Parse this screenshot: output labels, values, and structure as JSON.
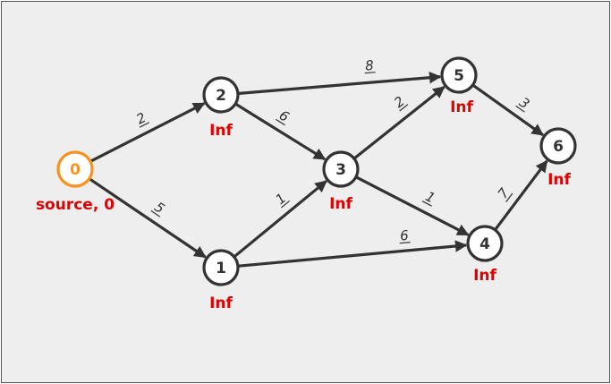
{
  "graph": {
    "colors": {
      "edge": "#333333",
      "node_stroke": "#333333",
      "source_stroke": "#f7931e",
      "distance_label": "#e00000",
      "background": "#eeeeee"
    },
    "nodes": [
      {
        "id": "0",
        "label": "0",
        "distance": "source, 0",
        "is_source": true
      },
      {
        "id": "1",
        "label": "1",
        "distance": "Inf"
      },
      {
        "id": "2",
        "label": "2",
        "distance": "Inf"
      },
      {
        "id": "3",
        "label": "3",
        "distance": "Inf"
      },
      {
        "id": "4",
        "label": "4",
        "distance": "Inf"
      },
      {
        "id": "5",
        "label": "5",
        "distance": "Inf"
      },
      {
        "id": "6",
        "label": "6",
        "distance": "Inf"
      }
    ],
    "edges": [
      {
        "from": "0",
        "to": "2",
        "weight": "2"
      },
      {
        "from": "0",
        "to": "1",
        "weight": "5"
      },
      {
        "from": "2",
        "to": "5",
        "weight": "8"
      },
      {
        "from": "2",
        "to": "3",
        "weight": "6"
      },
      {
        "from": "1",
        "to": "3",
        "weight": "1"
      },
      {
        "from": "1",
        "to": "4",
        "weight": "6"
      },
      {
        "from": "3",
        "to": "5",
        "weight": "2"
      },
      {
        "from": "3",
        "to": "4",
        "weight": "1"
      },
      {
        "from": "5",
        "to": "6",
        "weight": "3"
      },
      {
        "from": "4",
        "to": "6",
        "weight": "7"
      }
    ]
  }
}
